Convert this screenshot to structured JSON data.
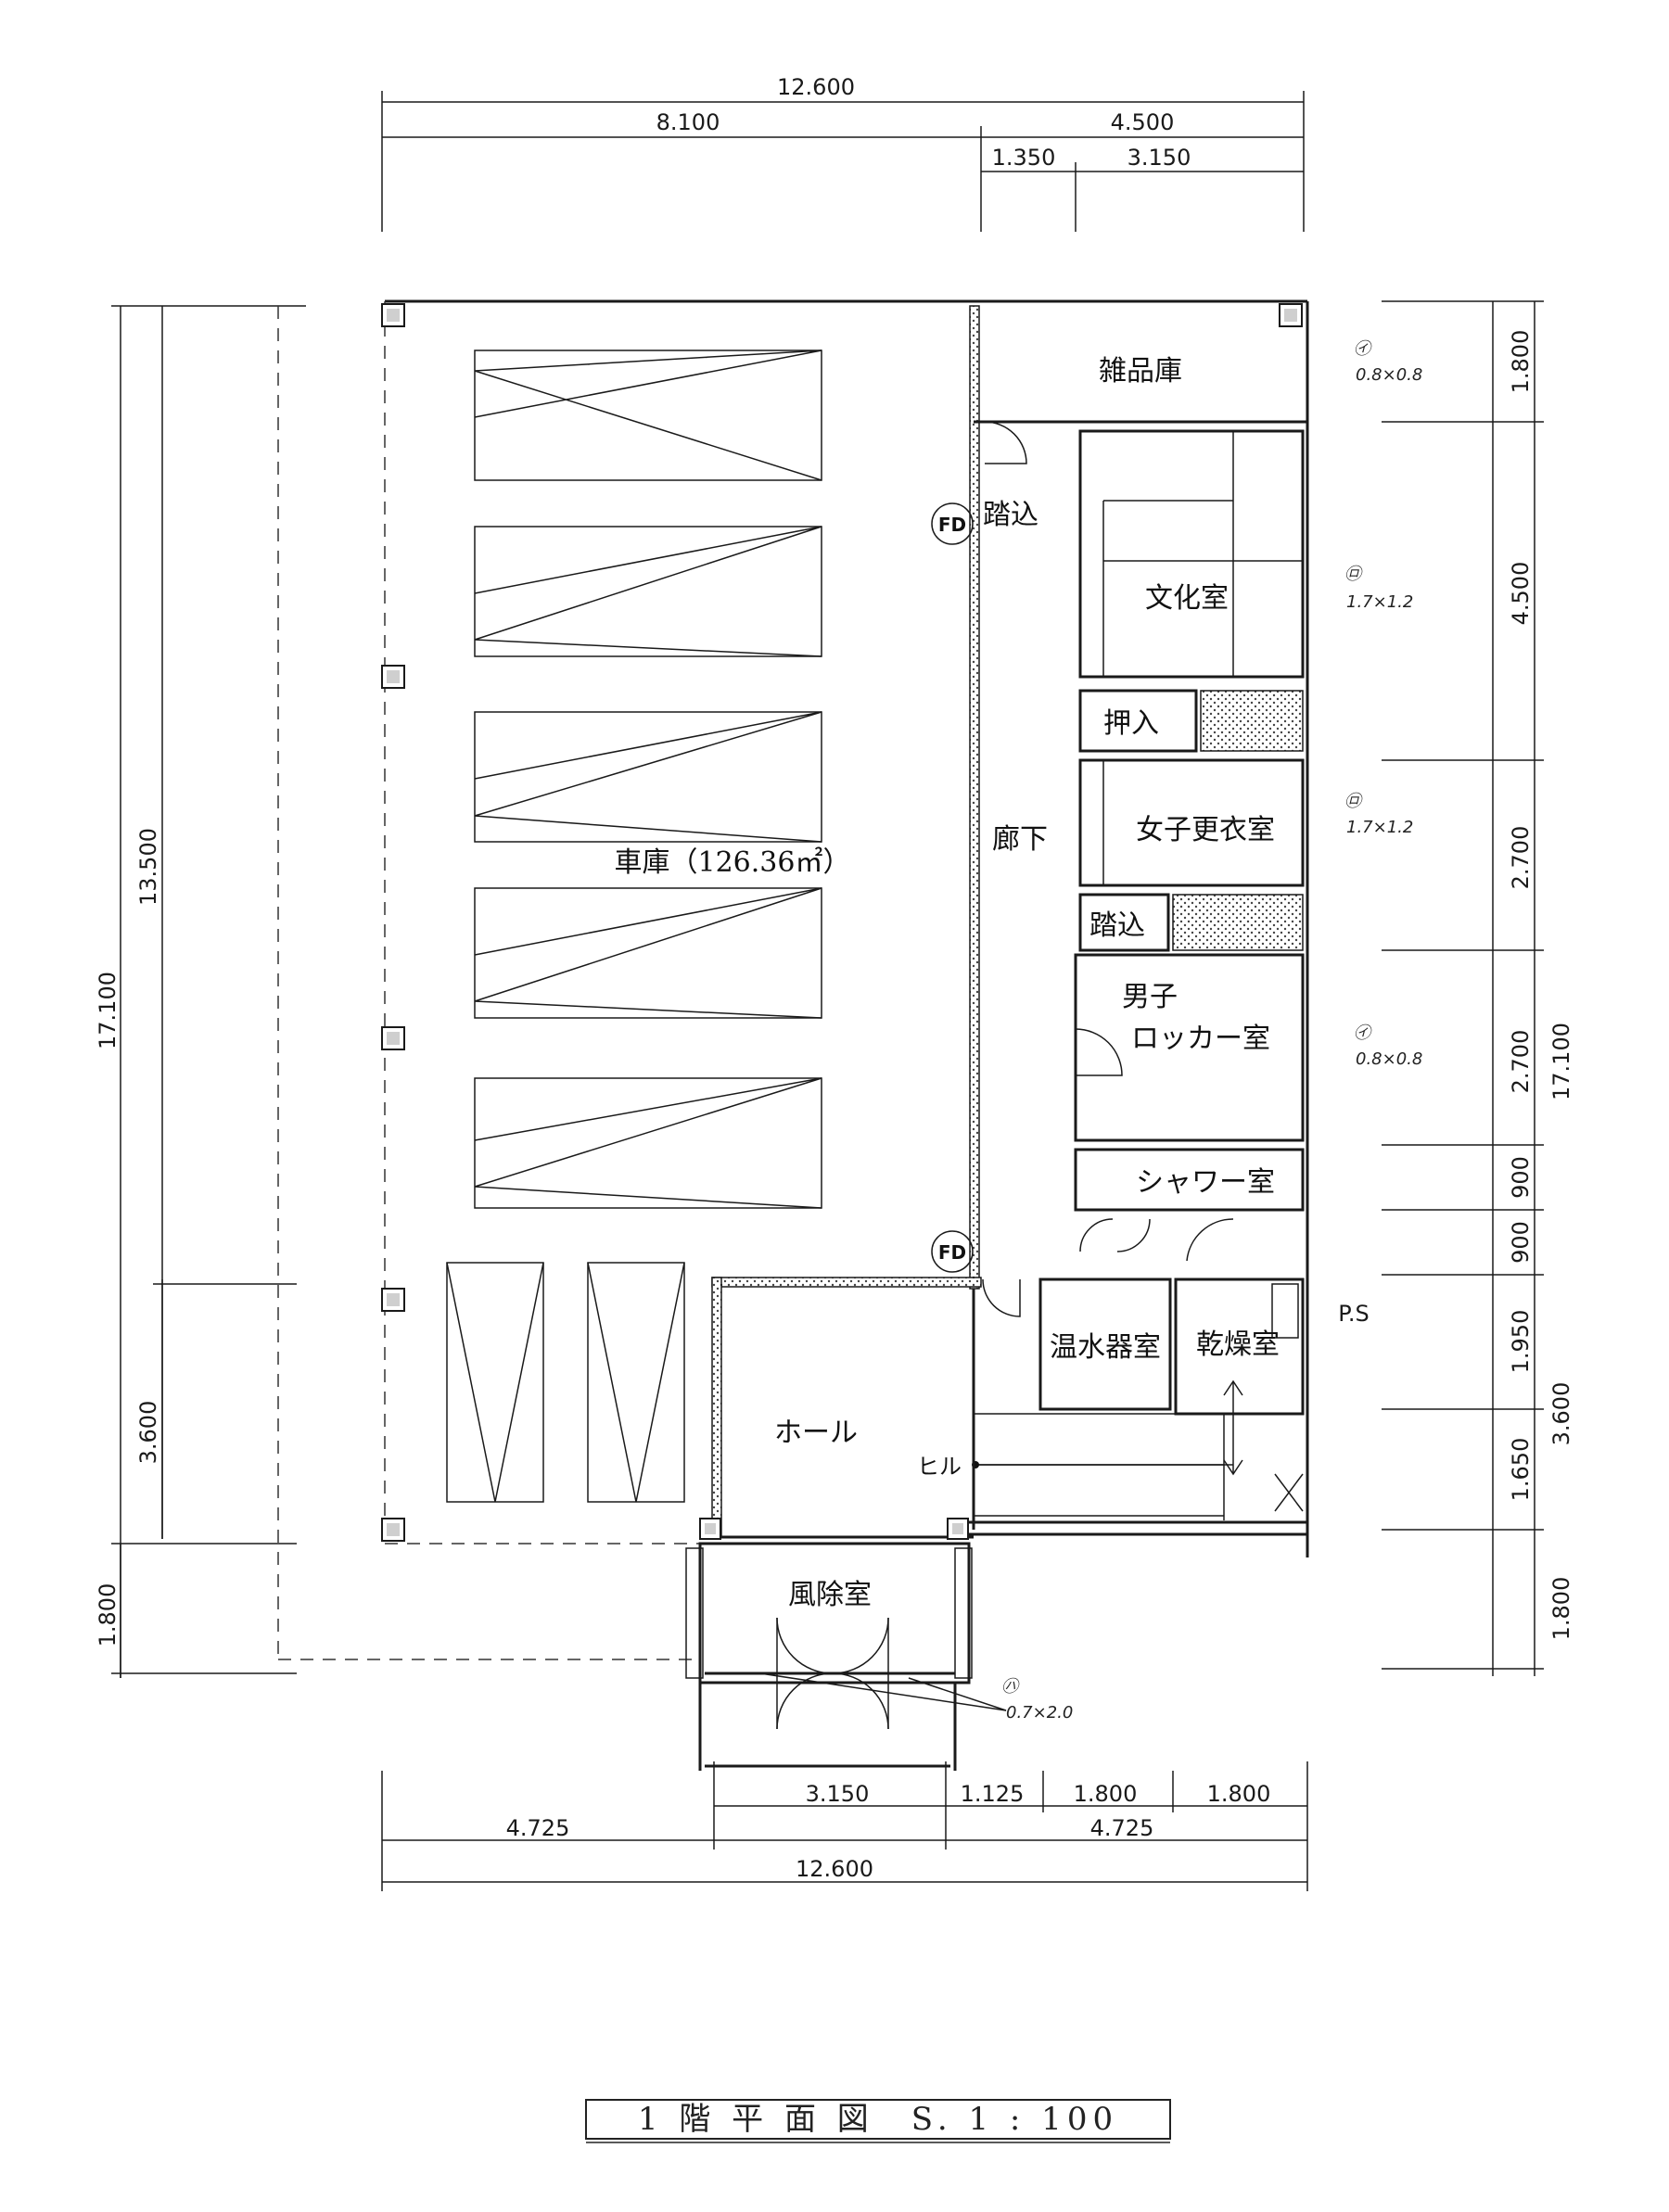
{
  "dimensions": {
    "top_total": "12.600",
    "top_left": "8.100",
    "top_right": "4.500",
    "top_sub_a": "1.350",
    "top_sub_b": "3.150",
    "left_total": "17.100",
    "left_a": "13.500",
    "left_b": "3.600",
    "left_c": "1.800",
    "right_a": "1.800",
    "right_b": "4.500",
    "right_c": "2.700",
    "right_d": "2.700",
    "right_e": "900",
    "right_f": "900",
    "right_g": "1.950",
    "right_h": "1.650",
    "right_total": "17.100",
    "right_sub": "3.600",
    "right_bottom": "1.800",
    "bottom_a": "3.150",
    "bottom_b": "1.125",
    "bottom_c": "1.800",
    "bottom_d": "1.800",
    "bottom_left": "4.725",
    "bottom_right": "4.725",
    "bottom_total": "12.600"
  },
  "rooms": {
    "garage": "車庫（126.36㎡）",
    "storage": "雑品庫",
    "entry_step_1": "踏込",
    "culture_room": "文化室",
    "closet": "押入",
    "corridor": "廊下",
    "womens_changing": "女子更衣室",
    "entry_step_2": "踏込",
    "mens_locker_1": "男子",
    "mens_locker_2": "ロッカー室",
    "shower": "シャワー室",
    "water_heater": "温水器室",
    "drying": "乾燥室",
    "hall": "ホール",
    "vestibule": "風除室",
    "ps": "P.S",
    "fd_1": "FD",
    "fd_2": "FD",
    "step_label": "ヒル"
  },
  "windows": {
    "w1_mark": "㋑",
    "w1": "0.8×0.8",
    "w2_mark": "㋺",
    "w2": "1.7×1.2",
    "w3_mark": "㋺",
    "w3": "1.7×1.2",
    "w4_mark": "㋑",
    "w4": "0.8×0.8",
    "door_mark": "㋩",
    "door": "0.7×2.0"
  },
  "title": "1 階 平 面 図　S. 1 : 100"
}
